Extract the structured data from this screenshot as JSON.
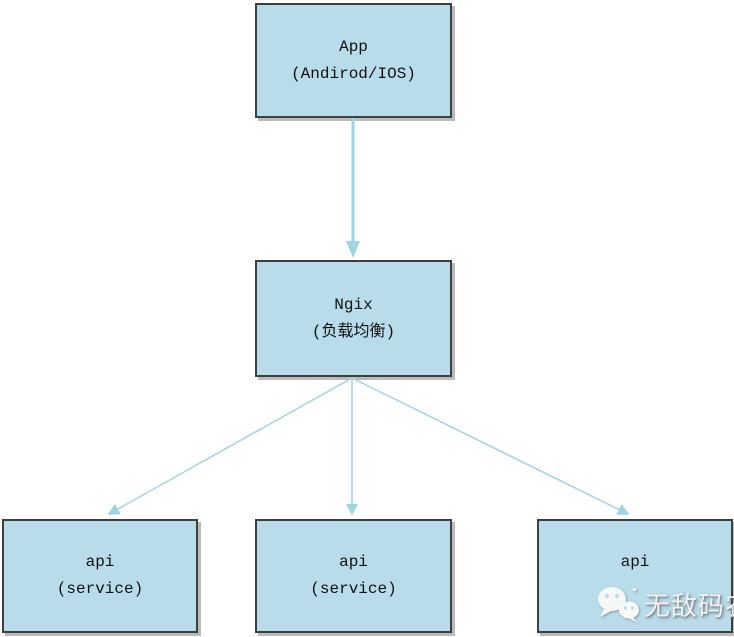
{
  "diagram": {
    "nodes": {
      "app": {
        "line1": "App",
        "line2": "(Andirod/IOS)"
      },
      "ngix": {
        "line1": "Ngix",
        "line2": "(负载均衡)"
      },
      "api_left": {
        "line1": "api",
        "line2": "(service)"
      },
      "api_middle": {
        "line1": "api",
        "line2": "(service)"
      },
      "api_right": {
        "line1": "api",
        "line2": ""
      }
    },
    "edges": [
      {
        "from": "app",
        "to": "ngix"
      },
      {
        "from": "ngix",
        "to": "api_left"
      },
      {
        "from": "ngix",
        "to": "api_middle"
      },
      {
        "from": "ngix",
        "to": "api_right"
      }
    ],
    "colors": {
      "node_fill": "#b9dcea",
      "node_border": "#3f3f3f",
      "arrow": "#a0d4e4",
      "background": "#ffffff"
    },
    "watermark": {
      "icon": "wechat-icon",
      "text": "无敌码农"
    }
  }
}
